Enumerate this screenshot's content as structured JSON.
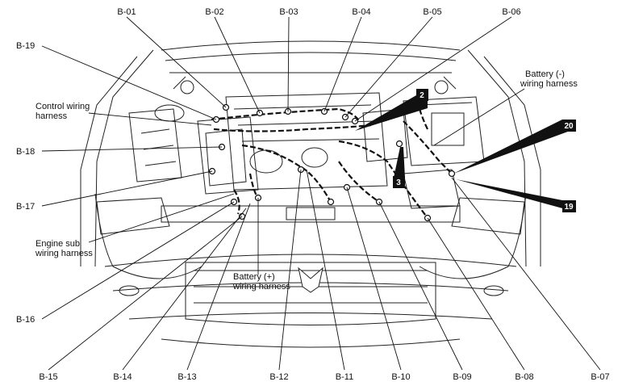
{
  "connector_labels": {
    "b01": "B-01",
    "b02": "B-02",
    "b03": "B-03",
    "b04": "B-04",
    "b05": "B-05",
    "b06": "B-06",
    "b07": "B-07",
    "b08": "B-08",
    "b09": "B-09",
    "b10": "B-10",
    "b11": "B-11",
    "b12": "B-12",
    "b13": "B-13",
    "b14": "B-14",
    "b15": "B-15",
    "b16": "B-16",
    "b17": "B-17",
    "b18": "B-18",
    "b19": "B-19"
  },
  "harness_labels": {
    "control_l1": "Control wiring",
    "control_l2": "harness",
    "engine_sub_l1": "Engine sub",
    "engine_sub_l2": "wiring harness",
    "battery_pos_l1": "Battery (+)",
    "battery_pos_l2": "wiring harness",
    "battery_neg_l1": "Battery (-)",
    "battery_neg_l2": "wiring harness"
  },
  "callout_numbers": {
    "c2": "2",
    "c3": "3",
    "c20": "20",
    "c19": "19"
  }
}
